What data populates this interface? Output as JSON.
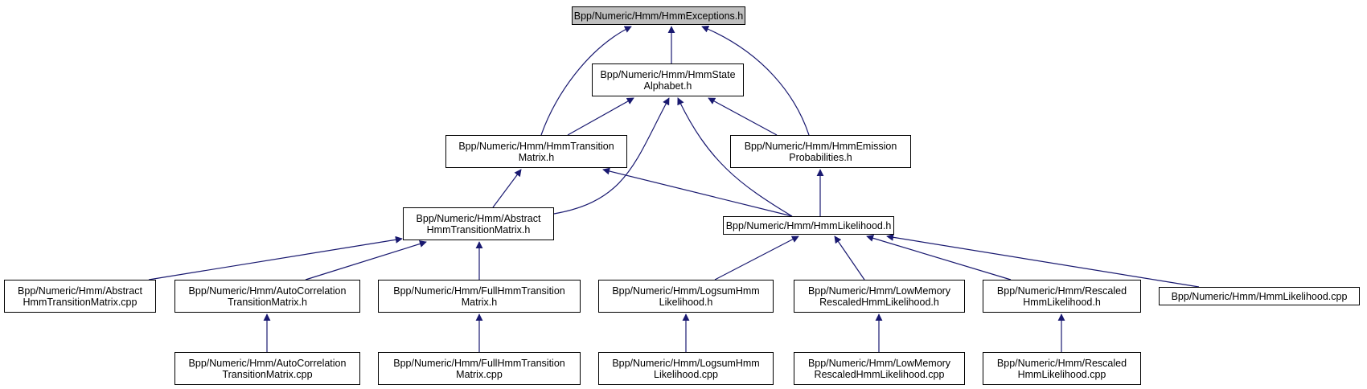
{
  "colors": {
    "edge": "#191970",
    "root_fill": "#bfbfbf",
    "node_fill": "#ffffff",
    "border": "#000000"
  },
  "nodes": [
    {
      "id": "hmm_exceptions_h",
      "label": "Bpp/Numeric/Hmm/HmmExceptions.h",
      "root": true
    },
    {
      "id": "hmm_state_alphabet_h",
      "label": "Bpp/Numeric/Hmm/HmmState\nAlphabet.h"
    },
    {
      "id": "hmm_transition_matrix_h",
      "label": "Bpp/Numeric/Hmm/HmmTransition\nMatrix.h"
    },
    {
      "id": "hmm_emission_probabilities_h",
      "label": "Bpp/Numeric/Hmm/HmmEmission\nProbabilities.h"
    },
    {
      "id": "abstract_hmm_transition_matrix_h",
      "label": "Bpp/Numeric/Hmm/Abstract\nHmmTransitionMatrix.h"
    },
    {
      "id": "hmm_likelihood_h",
      "label": "Bpp/Numeric/Hmm/HmmLikelihood.h"
    },
    {
      "id": "abstract_hmm_transition_matrix_cpp",
      "label": "Bpp/Numeric/Hmm/Abstract\nHmmTransitionMatrix.cpp"
    },
    {
      "id": "auto_correlation_transition_matrix_h",
      "label": "Bpp/Numeric/Hmm/AutoCorrelation\nTransitionMatrix.h"
    },
    {
      "id": "full_hmm_transition_matrix_h",
      "label": "Bpp/Numeric/Hmm/FullHmmTransition\nMatrix.h"
    },
    {
      "id": "logsum_hmm_likelihood_h",
      "label": "Bpp/Numeric/Hmm/LogsumHmm\nLikelihood.h"
    },
    {
      "id": "low_memory_rescaled_hmm_likelihood_h",
      "label": "Bpp/Numeric/Hmm/LowMemory\nRescaledHmmLikelihood.h"
    },
    {
      "id": "rescaled_hmm_likelihood_h",
      "label": "Bpp/Numeric/Hmm/Rescaled\nHmmLikelihood.h"
    },
    {
      "id": "hmm_likelihood_cpp",
      "label": "Bpp/Numeric/Hmm/HmmLikelihood.cpp"
    },
    {
      "id": "auto_correlation_transition_matrix_cpp",
      "label": "Bpp/Numeric/Hmm/AutoCorrelation\nTransitionMatrix.cpp"
    },
    {
      "id": "full_hmm_transition_matrix_cpp",
      "label": "Bpp/Numeric/Hmm/FullHmmTransition\nMatrix.cpp"
    },
    {
      "id": "logsum_hmm_likelihood_cpp",
      "label": "Bpp/Numeric/Hmm/LogsumHmm\nLikelihood.cpp"
    },
    {
      "id": "low_memory_rescaled_hmm_likelihood_cpp",
      "label": "Bpp/Numeric/Hmm/LowMemory\nRescaledHmmLikelihood.cpp"
    },
    {
      "id": "rescaled_hmm_likelihood_cpp",
      "label": "Bpp/Numeric/Hmm/Rescaled\nHmmLikelihood.cpp"
    }
  ],
  "edges": [
    {
      "from": "hmm_state_alphabet_h",
      "to": "hmm_exceptions_h"
    },
    {
      "from": "hmm_transition_matrix_h",
      "to": "hmm_exceptions_h"
    },
    {
      "from": "hmm_emission_probabilities_h",
      "to": "hmm_exceptions_h"
    },
    {
      "from": "hmm_transition_matrix_h",
      "to": "hmm_state_alphabet_h"
    },
    {
      "from": "abstract_hmm_transition_matrix_h",
      "to": "hmm_state_alphabet_h"
    },
    {
      "from": "hmm_likelihood_h",
      "to": "hmm_state_alphabet_h"
    },
    {
      "from": "hmm_emission_probabilities_h",
      "to": "hmm_state_alphabet_h"
    },
    {
      "from": "abstract_hmm_transition_matrix_h",
      "to": "hmm_transition_matrix_h"
    },
    {
      "from": "hmm_likelihood_h",
      "to": "hmm_transition_matrix_h"
    },
    {
      "from": "hmm_likelihood_h",
      "to": "hmm_emission_probabilities_h"
    },
    {
      "from": "abstract_hmm_transition_matrix_cpp",
      "to": "abstract_hmm_transition_matrix_h"
    },
    {
      "from": "auto_correlation_transition_matrix_h",
      "to": "abstract_hmm_transition_matrix_h"
    },
    {
      "from": "full_hmm_transition_matrix_h",
      "to": "abstract_hmm_transition_matrix_h"
    },
    {
      "from": "logsum_hmm_likelihood_h",
      "to": "hmm_likelihood_h"
    },
    {
      "from": "low_memory_rescaled_hmm_likelihood_h",
      "to": "hmm_likelihood_h"
    },
    {
      "from": "rescaled_hmm_likelihood_h",
      "to": "hmm_likelihood_h"
    },
    {
      "from": "hmm_likelihood_cpp",
      "to": "hmm_likelihood_h"
    },
    {
      "from": "auto_correlation_transition_matrix_cpp",
      "to": "auto_correlation_transition_matrix_h"
    },
    {
      "from": "full_hmm_transition_matrix_cpp",
      "to": "full_hmm_transition_matrix_h"
    },
    {
      "from": "logsum_hmm_likelihood_cpp",
      "to": "logsum_hmm_likelihood_h"
    },
    {
      "from": "low_memory_rescaled_hmm_likelihood_cpp",
      "to": "low_memory_rescaled_hmm_likelihood_h"
    },
    {
      "from": "rescaled_hmm_likelihood_cpp",
      "to": "rescaled_hmm_likelihood_h"
    }
  ]
}
